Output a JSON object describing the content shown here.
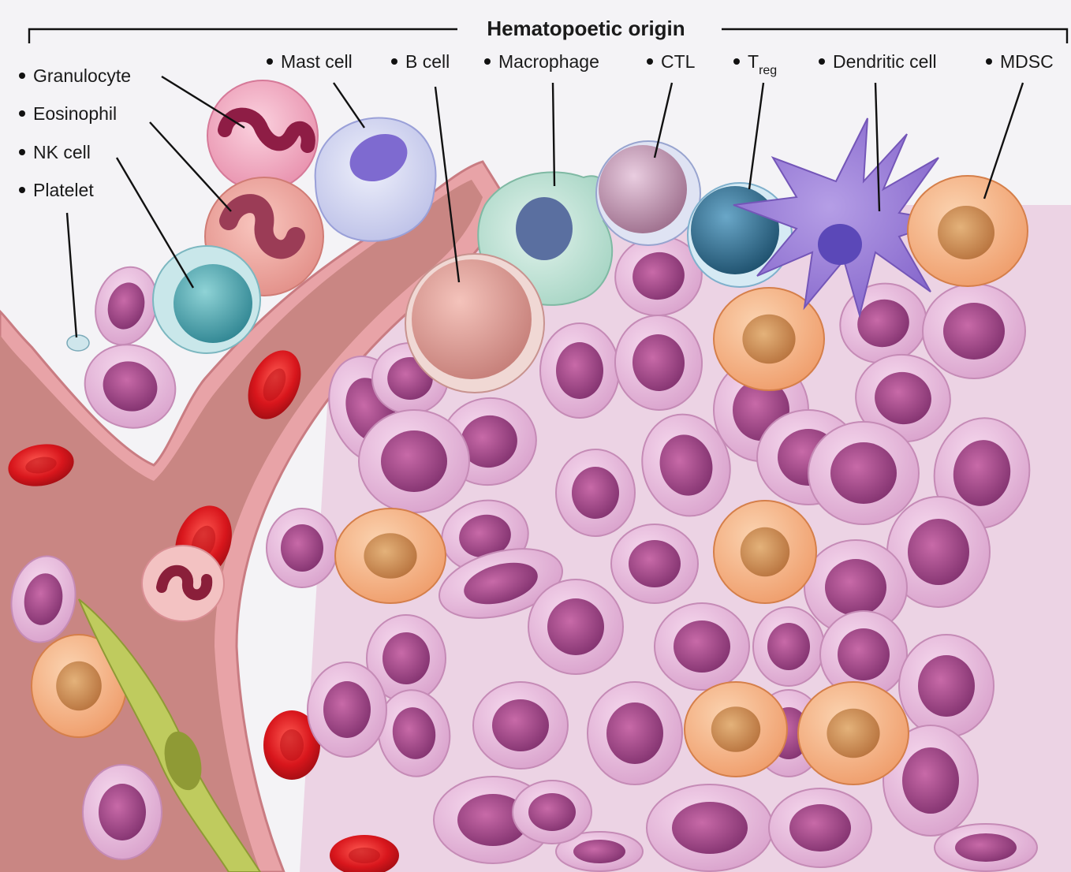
{
  "header": {
    "title": "Hematopoetic origin"
  },
  "labels": {
    "granulocyte": "Granulocyte",
    "eosinophil": "Eosinophil",
    "nk_cell": "NK cell",
    "platelet": "Platelet",
    "mast_cell": "Mast cell",
    "b_cell": "B cell",
    "macrophage": "Macrophage",
    "ctl": "CTL",
    "treg_main": "T",
    "treg_sub": "reg",
    "dendritic_cell": "Dendritic cell",
    "mdsc": "MDSC"
  },
  "colors": {
    "background": "#f4f3f6",
    "vessel_wall": "#e8a3a7",
    "vessel_lumen": "#c98683",
    "tumor_cell": "#e6b8dc",
    "tumor_nucleus": "#a6508f",
    "mdsc": "#f4b183",
    "red_blood_cell": "#d81a1f",
    "nk_cell": "#4aa3ac",
    "treg": "#2e6c8e",
    "dendritic_cell": "#9b7ad8",
    "macrophage": "#a8d6c6",
    "granulocyte": "#f1a7c0",
    "fibroblast": "#b8c458"
  }
}
